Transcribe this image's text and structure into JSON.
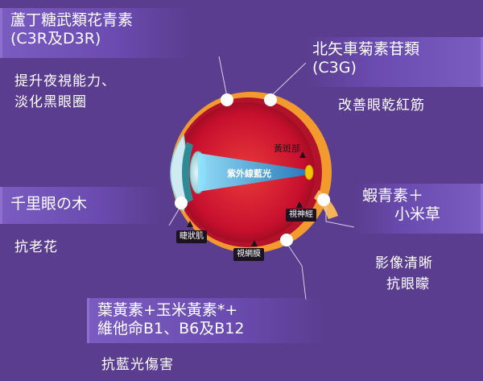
{
  "left_top": {
    "title_line1": "蘆丁糖武類花青素",
    "title_line2": "(C3R及D3R)",
    "benefit_line1": "提升夜視能力、",
    "benefit_line2": "淡化黑眼圈"
  },
  "right_top": {
    "title_line1": "北矢車菊素苷類",
    "title_line2": "(C3G)",
    "benefit": "改善眼乾紅筋"
  },
  "left_mid": {
    "title": "千里眼の木",
    "benefit": "抗老花"
  },
  "right_mid": {
    "title_line1": "蝦青素＋",
    "title_line2": "小米草",
    "benefit_line1": "影像清晰",
    "benefit_line2": "抗眼矇"
  },
  "bottom": {
    "title_line1": "葉黃素+玉米黃素*+",
    "title_line2": "維他命B1、B6及B12",
    "benefit": "抗藍光傷害"
  },
  "eye": {
    "beam_label": "紫外線藍光",
    "macula_label": "黃斑部",
    "optic_nerve_label": "視神經",
    "ciliary_label": "睫狀肌",
    "retina_label": "視網膜"
  },
  "colors": {
    "background": "#5a3d8e",
    "label_box": "#6a4bb0",
    "eye_outer": "#f29a2e",
    "eye_inner": "#c8102e",
    "beam": "#2aa3d8"
  }
}
